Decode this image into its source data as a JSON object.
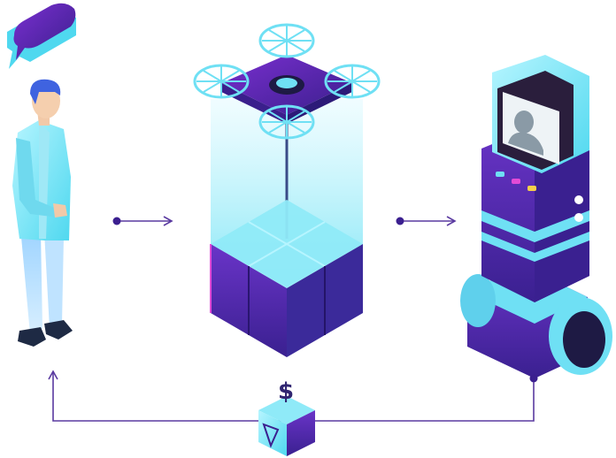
{
  "diagram": {
    "nodes": [
      {
        "id": "person",
        "icon": "person-with-speech-bubble-icon"
      },
      {
        "id": "drone",
        "icon": "drone-delivery-box-icon"
      },
      {
        "id": "robot",
        "icon": "telepresence-robot-icon"
      },
      {
        "id": "token",
        "icon": "token-cube-icon",
        "symbol": "$"
      }
    ],
    "edges": [
      {
        "from": "person",
        "to": "drone",
        "style": "dot-arrow"
      },
      {
        "from": "drone",
        "to": "robot",
        "style": "dot-arrow"
      },
      {
        "from": "robot",
        "to": "person",
        "via": "token",
        "style": "dot-arrow"
      }
    ]
  },
  "colors": {
    "purple_dark": "#3b1f8f",
    "purple": "#5a2db4",
    "cyan": "#5fe0f4",
    "cyan_light": "#a9f1fb",
    "line": "#5a3aa0"
  }
}
